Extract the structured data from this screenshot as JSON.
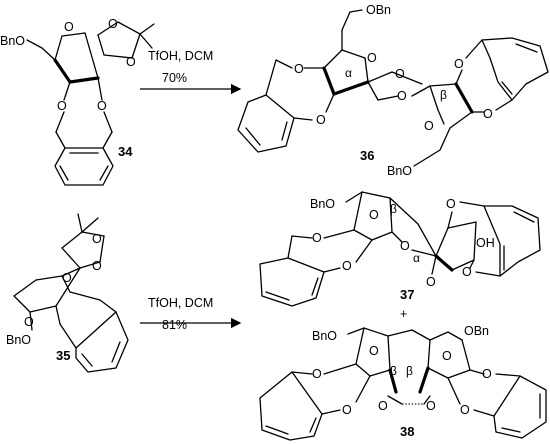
{
  "reaction1": {
    "start_compound": "34",
    "product": "36",
    "conditions": "TfOH, DCM",
    "yield": "70%",
    "labels": {
      "bno_start": "BnO",
      "bno_top": "OBn",
      "bno_bottom": "BnO",
      "alpha": "α",
      "beta": "β",
      "o": "O"
    }
  },
  "reaction2": {
    "start_compound": "35",
    "product_a": "37",
    "plus": "+",
    "product_b": "38",
    "conditions": "TfOH, DCM",
    "yield": "81%",
    "labels": {
      "bno_start": "BnO",
      "bno_37": "BnO",
      "oh_37": "OH",
      "bno_38_left": "BnO",
      "obn_38_right": "OBn",
      "alpha": "α",
      "beta": "β",
      "o": "O"
    }
  }
}
